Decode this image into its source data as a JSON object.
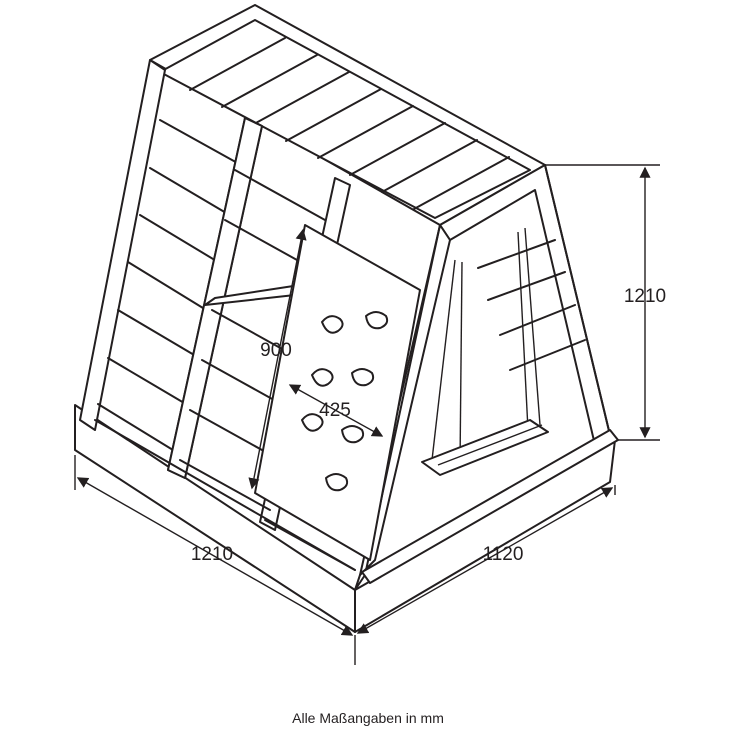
{
  "dimensions": {
    "width_front": "1210",
    "depth_side": "1120",
    "height": "1210",
    "climbing_wall_height": "900",
    "climbing_wall_width": "425"
  },
  "caption": "Alle Maßangaben in mm"
}
